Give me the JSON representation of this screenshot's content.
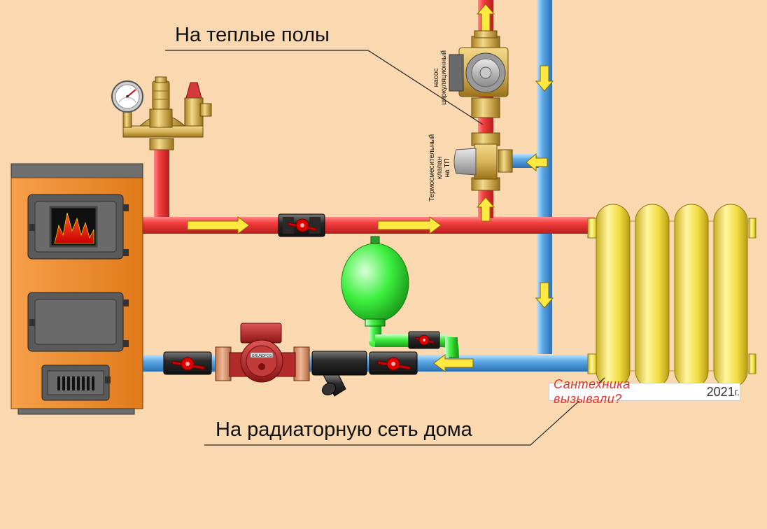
{
  "labels": {
    "underfloor": "На теплые полы",
    "radiator_network": "На радиаторную сеть дома",
    "pump_vertical": [
      "насос",
      "циркуляционный"
    ],
    "valve_vertical": [
      "Термосмесительный",
      "клапан",
      "на ТП"
    ]
  },
  "watermark": {
    "text": "Сантехника вызывали?",
    "year": "2021",
    "year_suffix": "г."
  },
  "pump_brand": "GRUNDFOS",
  "colors": {
    "background": "#fbd9b0",
    "hot_pipe": "#f23a3a",
    "cold_pipe": "#5aa8e6",
    "boiler": "#ee8a2a",
    "radiator": "#f4e85a",
    "expansion_tank": "#3ef03e",
    "brass": "#d9b45a",
    "flow_arrow": "#ffe840"
  }
}
